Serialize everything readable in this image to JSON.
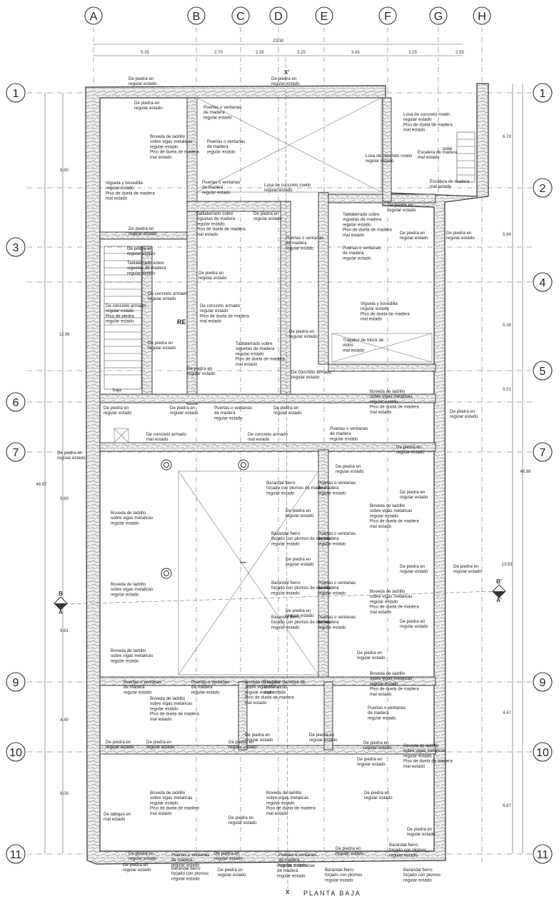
{
  "grid_columns": [
    "A",
    "B",
    "C",
    "D",
    "E",
    "F",
    "G",
    "H"
  ],
  "grid_rows": [
    "1",
    "2",
    "3",
    "4",
    "5",
    "6",
    "7",
    "9",
    "10",
    "11"
  ],
  "top_dimensions": {
    "overall": "23.30",
    "segments": [
      "5.35",
      "2.70",
      "2.35",
      "2.25",
      "3.65",
      "3.25",
      "2.55"
    ]
  },
  "side_dimensions": {
    "left_overall": "46.97",
    "left_segments": [
      "8.30",
      "12.99",
      "6.80",
      "6.61",
      "4.40",
      "6.06"
    ],
    "right_overall": "46.88",
    "right_segments": [
      "6.78",
      "5.64",
      "5.38",
      "5.01",
      "13.53",
      "4.47",
      "6.67"
    ]
  },
  "section_marks": {
    "left": [
      "B",
      "A"
    ],
    "right": [
      "B'",
      "A'"
    ],
    "top": "X'",
    "bottom": "X"
  },
  "notes": [
    "De piedra en\nregular estado",
    "De piedra en\nregular estado",
    "Puertas o ventanas\nde madera\nregular estado",
    "Puertas o ventanas\nde madera\nregular estado",
    "Boveda de ladrillo\nsobre vigas metalicas\nregular estado\nPiso de duela de madera\nmal estado",
    "De piedra en\nregular estado",
    "Vigueta y bovedilla\nregular estado\nPiso de duela de madera\nmal estado",
    "Puertas o ventanas\nde madera\nregular estado",
    "Losa de concreto rowlin\nregular estado",
    "Losa de concreto rowlin\nregular estado",
    "Losa de concreto rowlin\nregular estado\nPiso de duela de madera\nmal estado",
    "Escalera de madera\nmal estado",
    "Escalera de madera\nmal estado",
    "De piedra en\nregular estado",
    "De piedra en\nregular estado",
    "De piedra en\nregular estado",
    "De piedra en\nregular estado",
    "Tablaterrado sobre\nviguetas de madera\nregular estado\nPiso de duela de madera\nmal estado",
    "Tablaterrado sobre\nviguetas de madera\nregular estado\nPiso de duela de madera\nmal estado",
    "Puertas o ventanas\nde madera\nregular estado",
    "De piedra en\nregular estado",
    "De piedra en\nregular estado",
    "Tablaterrado sobre\nviguetas de madera\nregular estado",
    "Puertas o ventanas\nde madera\nregular estado",
    "De piedra en\nregular estado",
    "De concreto armado\nregular estado\nPiso de piedra\nregular estado",
    "De concreto armado\nregular estado\nPiso de duela de madera\nmal estado",
    "Vigueta y bovedilla\nregular estado\nPiso de duela de madera\nmal estado",
    "De concreto armado\nregular estado",
    "De piedra en\nregular estado",
    "Tablaterrado sobre\nviguetas de madera\nregular estado\nPiso de duela de madera\nmal estado",
    "Tragaluz de block de\nvidrio\nmal estado",
    "De piedra en\nregular estado",
    "De concreto armado\nregular estado",
    "De piedra en\nregular estado",
    "De piedra en\nregular estado",
    "Boveda de ladrillo\nsobre vigas metalicas\nregular estado\nPiso de duela de madera\nmal estado",
    "De piedra en\nregular estado",
    "De piedra en\nregular estado",
    "Puertas o ventanas\nde madera\nregular estado",
    "De piedra en\nregular estado",
    "De piedra en\nregular estado",
    "De concreto armado\nmal estado",
    "De concreto armado\nmal estado",
    "Puertas o ventanas\nde madera\nregular estado",
    "De piedra en\nregular estado",
    "De piedra en\nregular estado",
    "Barandal fierro\nforjado con plomos de madera\nregular estado",
    "Puertas o ventanas\nde madera\nregular estado",
    "De piedra en\nregular estado",
    "Boveda de ladrillo\nsobre vigas metalicas\nregular estado",
    "De piedra en\nregular estado",
    "Boveda de ladrillo\nsobre vigas metalicas\nregular estado\nPiso de duela de madera\nmal estado",
    "Barandal fierro\nforjado con plomos de madera\nregular estado",
    "Puertas o ventanas\nde madera\nregular estado",
    "De piedra en\nregular estado",
    "De piedra en\nregular estado",
    "Boveda de ladrillo\nsobre vigas metalicas\nregular estado",
    "Barandal fierro\nforjado con plomos de madera\nregular estado",
    "Puertas o ventanas\nde madera\nregular estado",
    "Boveda de ladrillo\nsobre vigas metalicas\nregular estado\nPiso de duela de madera\nmal estado",
    "De piedra en\nregular estado",
    "De piedra en\nregular estado",
    "De piedra en\nregular estado",
    "Boveda de ladrillo\nsobre vigas metalicas\nregular estado",
    "Barandal fierro\nforjado con plomos de madera\nregular estado",
    "Puertas o ventanas\nde madera\nregular estado",
    "Boveda de ladrillo\nsobre vigas metalicas\nregular estado\nPiso de duela de madera\nmal estado",
    "Puertas o ventanas\nde madera\nregular estado",
    "Boveda de ladrillo\nsobre vigas metalicas\nregular estado\nPiso de duela de madera\nmal estado",
    "Puertas o ventanas\nde madera\nregular estado",
    "Boveda de ladrillo\nsobre vigas metalicas\nregular estado\nPiso de duela de madera\nmal estado",
    "Puertas o ventanas\nde madera\nregular estado",
    "Tragaluz de block de\nvidrio\nmal estado",
    "De piedra en\nregular estado",
    "De piedra en\nregular estado",
    "De piedra en\nregular estado",
    "De piedra en\nregular estado",
    "De piedra en\nregular estado",
    "De piedra en\nregular estado",
    "De piedra en\nregular estado",
    "De piedra en\nregular estado",
    "Boveda de ladrillo\nsobre vigas metalicas\nregular estado\nPiso de duela de madera\nmal estado",
    "Boveda de ladrillo\nsobre vigas metalicas\nregular estado\nPiso de duela de madera\nmal estado",
    "Boveda de ladrillo\nsobre vigas metalicas\nregular estado\nPiso de duela de madera\nmal estado",
    "De piedra en\nregular estado",
    "De tabique en\nmal estado",
    "De piedra en\nregular estado",
    "Puertas o ventanas\nde madera\nregular estado",
    "De piedra en\nregular estado",
    "Puertas o ventanas\nde madera\nregular estado",
    "De piedra en\nregular estado",
    "Puertas o ventanas\nde madera\nregular estado",
    "De piedra en\nregular estado",
    "Barandal fierro\nforjado con plomos\nregular estado",
    "De piedra en\nregular estado",
    "Barandal fierro\nforjado con plomos\nregular estado",
    "De piedra en\nregular estado",
    "Barandal fierro\nforjado con plomos\nregular estado",
    "Barandal fierro\nforjado con plomos\nregular estado",
    "De piedra en\nregular estado"
  ],
  "misc_labels": {
    "baja": "baja",
    "sube": "sube",
    "re": "RE",
    "center": "••••"
  },
  "bottom_title": "PLANTA BAJA"
}
